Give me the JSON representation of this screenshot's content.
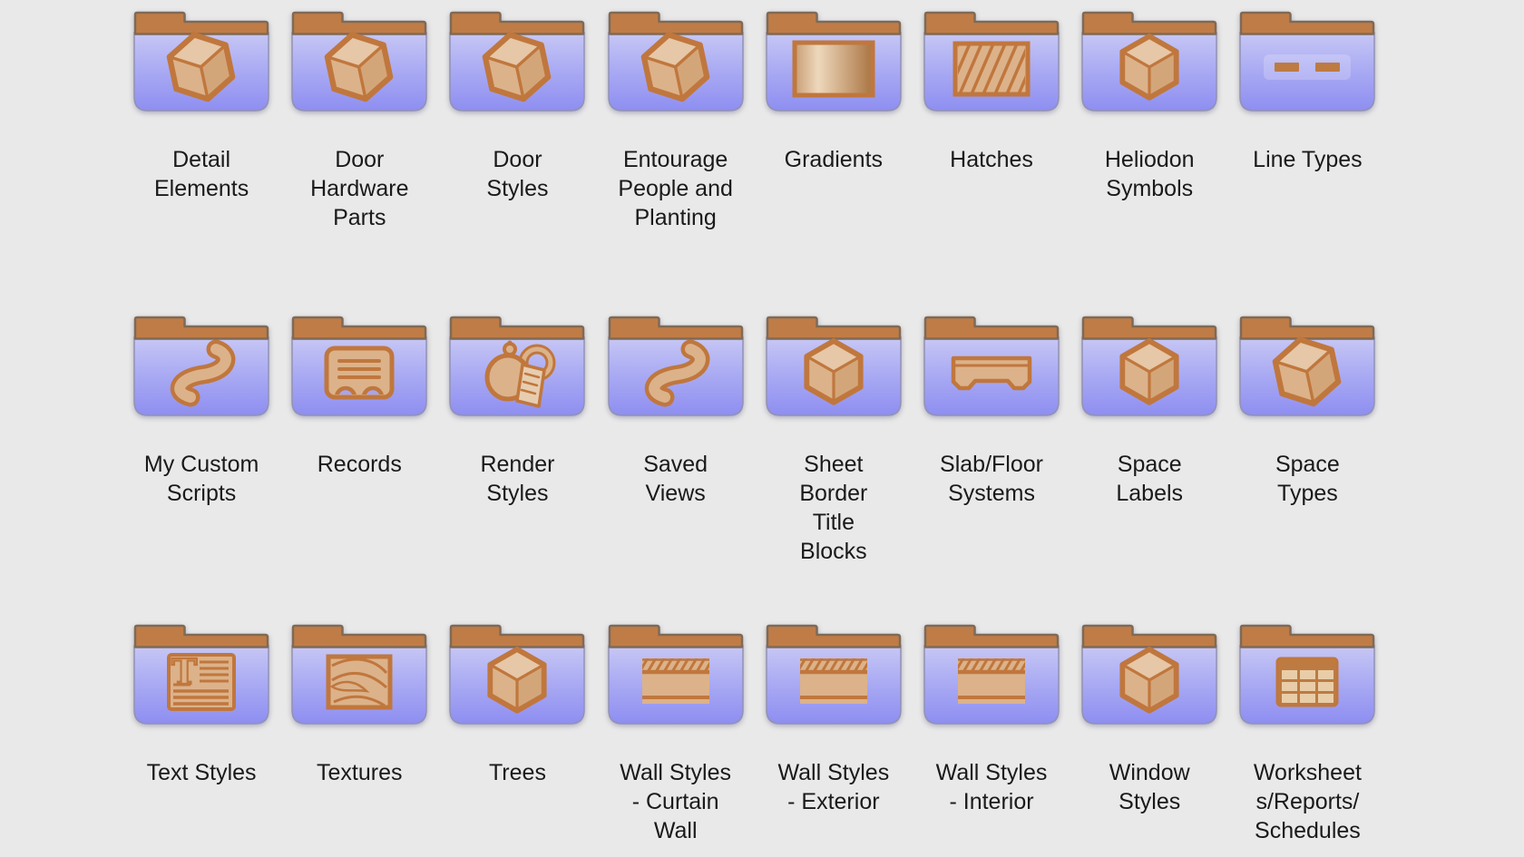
{
  "view": {
    "kind": "folder-icon-grid",
    "background": "#e9e9e9",
    "label_color": "#1a1a1a"
  },
  "colors": {
    "background": "#e9e9e9",
    "label": "#1a1a1a",
    "folder_tab": "#c07c46",
    "folder_tab_border": "#7f6a55",
    "folder_body_top": "#c7c7f5",
    "folder_body_bottom": "#8e8ef1",
    "folder_body_stroke": "#9191b5",
    "glyph_stroke": "#c0773d",
    "glyph_fill": "#dcb28a"
  },
  "rows": [
    [
      {
        "label": "Detail\nElements",
        "icon": "cube-tilted-icon"
      },
      {
        "label": "Door\nHardware\nParts",
        "icon": "cube-tilted-icon"
      },
      {
        "label": "Door\nStyles",
        "icon": "cube-tilted-icon"
      },
      {
        "label": "Entourage\nPeople and\nPlanting",
        "icon": "cube-tilted-icon"
      },
      {
        "label": "Gradients",
        "icon": "gradient-swatch-icon"
      },
      {
        "label": "Hatches",
        "icon": "hatch-swatch-icon"
      },
      {
        "label": "Heliodon\nSymbols",
        "icon": "cube-upright-icon"
      },
      {
        "label": "Line Types",
        "icon": "dashed-line-icon"
      }
    ],
    [
      {
        "label": "My Custom\nScripts",
        "icon": "script-scroll-icon"
      },
      {
        "label": "Records",
        "icon": "record-card-icon"
      },
      {
        "label": "Render\nStyles",
        "icon": "teapot-render-icon"
      },
      {
        "label": "Saved\nViews",
        "icon": "script-scroll-icon"
      },
      {
        "label": "Sheet\nBorder\nTitle\nBlocks",
        "icon": "cube-upright-icon"
      },
      {
        "label": "Slab/Floor\nSystems",
        "icon": "slab-section-icon"
      },
      {
        "label": "Space\nLabels",
        "icon": "cube-upright-icon"
      },
      {
        "label": "Space\nTypes",
        "icon": "cube-tilted-icon"
      }
    ],
    [
      {
        "label": "Text Styles",
        "icon": "text-format-icon"
      },
      {
        "label": "Textures",
        "icon": "wood-texture-icon"
      },
      {
        "label": "Trees",
        "icon": "cube-upright-icon"
      },
      {
        "label": "Wall Styles\n- Curtain\nWall",
        "icon": "wall-section-icon"
      },
      {
        "label": "Wall Styles\n- Exterior",
        "icon": "wall-section-icon"
      },
      {
        "label": "Wall Styles\n- Interior",
        "icon": "wall-section-icon"
      },
      {
        "label": "Window\nStyles",
        "icon": "cube-upright-icon"
      },
      {
        "label": "Worksheet\ns/Reports/\nSchedules",
        "icon": "table-grid-icon"
      }
    ]
  ]
}
